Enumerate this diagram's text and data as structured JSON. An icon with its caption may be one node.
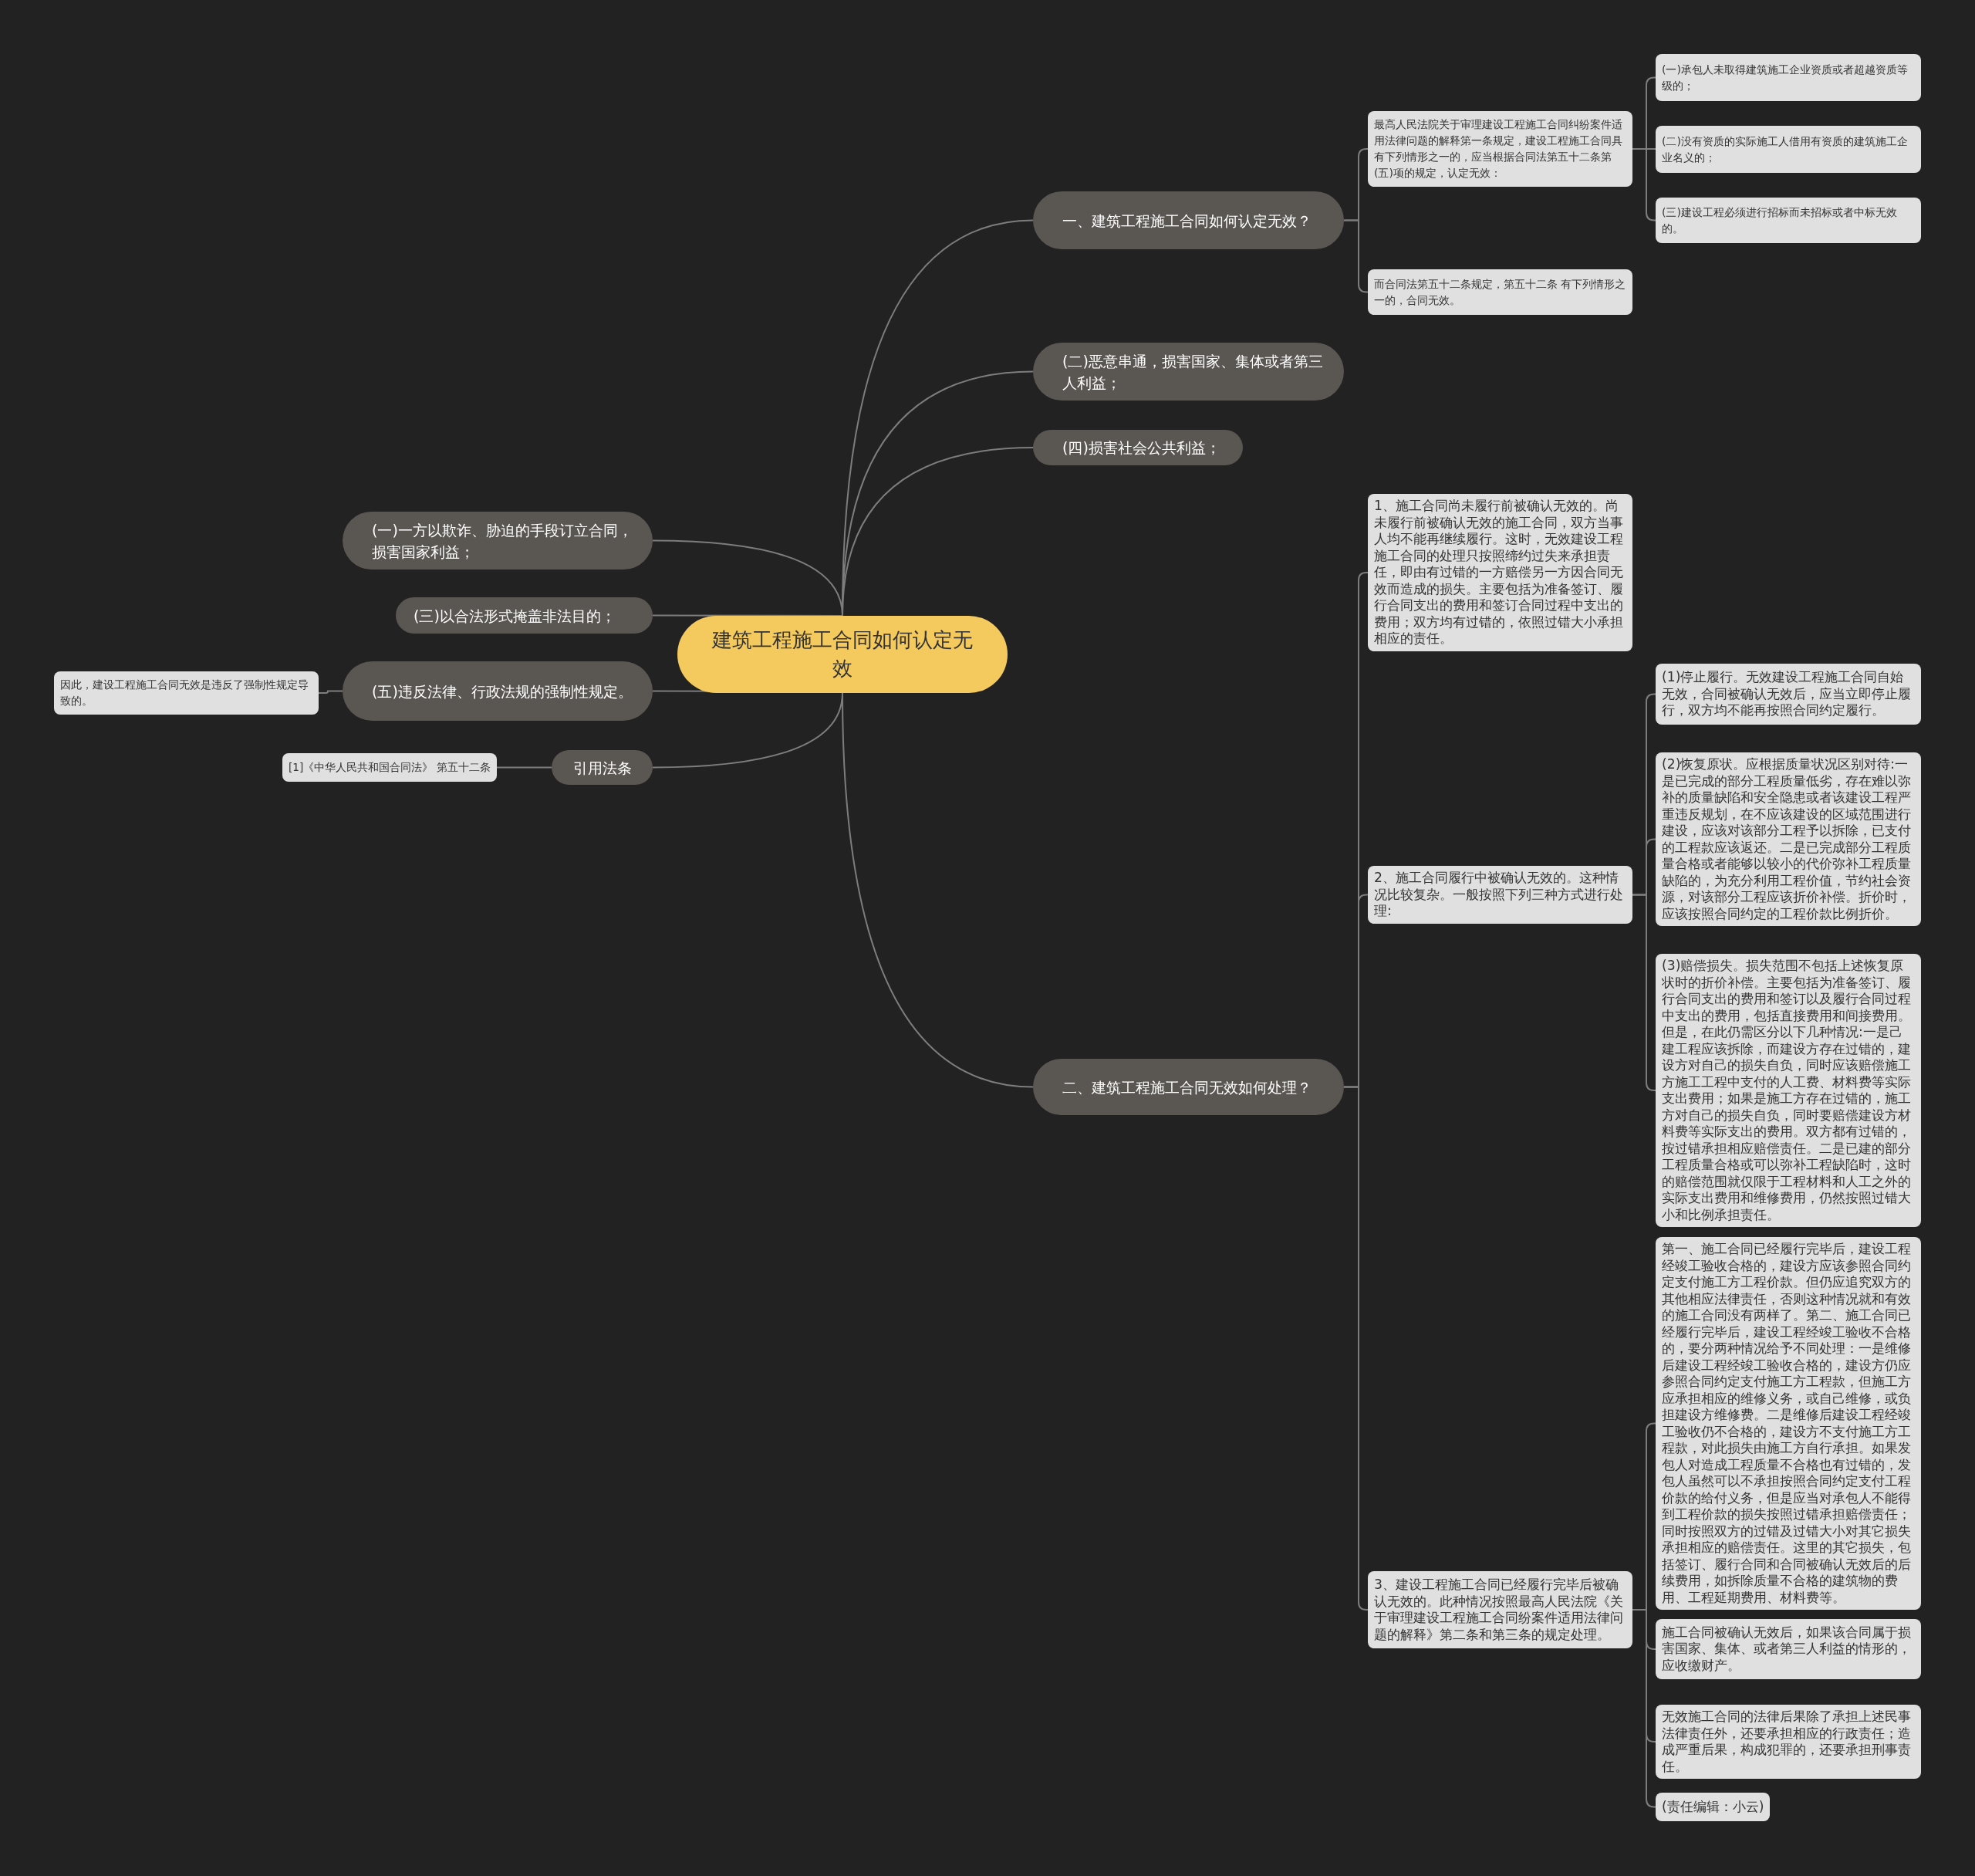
{
  "diagram": {
    "nodes": [
      {
        "text": [
          "建筑工程施工合同如何认定无效"
        ]
      },
      {
        "text": [
          "一、建筑工程施工合同如何认定无效？"
        ]
      },
      {
        "text": [
          "最高人民法院关于审理建设工程施工合同纠纷案件适用法律问题的解释第一条规定，建设工程施工合同具有下列情形之一的，应当根据合同法第五十二条第(五)项的规定，认定无效："
        ]
      },
      {
        "text": [
          "(一)承包人未取得建筑施工企业资质或者超越资质等级的；"
        ]
      },
      {
        "text": [
          "(二)没有资质的实际施工人借用有资质的建筑施工企业名义的；"
        ]
      },
      {
        "text": [
          "(三)建设工程必须进行招标而未招标或者中标无效的。"
        ]
      },
      {
        "text": [
          "而合同法第五十二条规定，第五十二条 有下列情形之一的，合同无效。"
        ]
      },
      {
        "text": [
          "(二)恶意串通，损害国家、集体或者第三人利益；"
        ]
      },
      {
        "text": [
          "(四)损害社会公共利益；"
        ]
      },
      {
        "text": [
          "二、建筑工程施工合同无效如何处理？"
        ]
      },
      {
        "text": [
          "1、施工合同尚未履行前被确认无效的。尚未履行前被确认无效的施工合同，双方当事人均不能再继续履行。这时，无效建设工程施工合同的处理只按照缔约过失来承担责任，即由有过错的一方赔偿另一方因合同无效而造成的损失。主要包括为准备签订、履行合同支出的费用和签订合同过程中支出的费用；双方均有过错的，依照过错大小承担相应的责任。"
        ]
      },
      {
        "text": [
          "2、施工合同履行中被确认无效的。这种情况比较复杂。一般按照下列三种方式进行处理:"
        ]
      },
      {
        "text": [
          "(1)停止履行。无效建设工程施工合同自始无效，合同被确认无效后，应当立即停止履行，双方均不能再按照合同约定履行。"
        ]
      },
      {
        "text": [
          "(2)恢复原状。应根据质量状况区别对待:一是已完成的部分工程质量低劣，存在难以弥补的质量缺陷和安全隐患或者该建设工程严重违反规划，在不应该建设的区域范围进行建设，应该对该部分工程予以拆除，已支付的工程款应该返还。二是已完成部分工程质量合格或者能够以较小的代价弥补工程质量缺陷的，为充分利用工程价值，节约社会资源，对该部分工程应该折价补偿。折价时，应该按照合同约定的工程价款比例折价。"
        ]
      },
      {
        "text": [
          "(3)赔偿损失。损失范围不包括上述恢复原状时的折价补偿。主要包括为准备签订、履行合同支出的费用和签订以及履行合同过程中支出的费用，包括直接费用和间接费用。但是，在此仍需区分以下几种情况:一是己建工程应该拆除，而建设方存在过错的，建设方对自己的损失自负，同时应该赔偿施工方施工工程中支付的人工费、材料费等实际支出费用；如果是施工方存在过错的，施工方对自己的损失自负，同时要赔偿建设方材料费等实际支出的费用。双方都有过错的，按过错承担相应赔偿责任。二是已建的部分工程质量合格或可以弥补工程缺陷时，这时的赔偿范围就仅限于工程材料和人工之外的实际支出费用和维修费用，仍然按照过错大小和比例承担责任。"
        ]
      },
      {
        "text": [
          "3、建设工程施工合同已经履行完毕后被确认无效的。此种情况按照最高人民法院《关于审理建设工程施工合同纷案件适用法律问题的解释》第二条和第三条的规定处理。"
        ]
      },
      {
        "text": [
          "第一、施工合同已经履行完毕后，建设工程经竣工验收合格的，建设方应该参照合同约定支付施工方工程价款。但仍应追究双方的其他相应法律责任，否则这种情况就和有效的施工合同没有两样了。第二、施工合同已经履行完毕后，建设工程经竣工验收不合格的，要分两种情况给予不同处理：一是维修后建设工程经竣工验收合格的，建设方仍应参照合同约定支付施工方工程款，但施工方应承担相应的维修义务，或自己维修，或负担建设方维修费。二是维修后建设工程经竣工验收仍不合格的，建设方不支付施工方工程款，对此损失由施工方自行承担。如果发包人对造成工程质量不合格也有过错的，发包人虽然可以不承担按照合同约定支付工程价款的给付义务，但是应当对承包人不能得到工程价款的损失按照过错承担赔偿责任；同时按照双方的过错及过错大小对其它损失承担相应的赔偿责任。这里的其它损失，包括签订、履行合同和合同被确认无效后的后续费用，如拆除质量不合格的建筑物的费用、工程延期费用、材料费等。"
        ]
      },
      {
        "text": [
          "施工合同被确认无效后，如果该合同属于损害国家、集体、或者第三人利益的情形的，应收缴财产。"
        ]
      },
      {
        "text": [
          "无效施工合同的法律后果除了承担上述民事法律责任外，还要承担相应的行政责任；造成严重后果，构成犯罪的，还要承担刑事责任。"
        ]
      },
      {
        "text": [
          "(责任编辑：小云)"
        ]
      },
      {
        "text": [
          "(一)一方以欺诈、胁迫的手段订立合同，损害国家利益；"
        ]
      },
      {
        "text": [
          "(三)以合法形式掩盖非法目的；"
        ]
      },
      {
        "text": [
          "(五)违反法律、行政法规的强制性规定。"
        ]
      },
      {
        "text": [
          "因此，建设工程施工合同无效是违反了强制性规定导致的。"
        ]
      },
      {
        "text": [
          "引用法条"
        ]
      },
      {
        "text": [
          "[1]《中华人民共和国合同法》 第五十二条"
        ]
      }
    ],
    "edges": [
      {
        "from": 0,
        "to": 1,
        "arrow": "none"
      },
      {
        "from": 1,
        "to": 2,
        "arrow": "none"
      },
      {
        "from": 2,
        "to": 3,
        "arrow": "none"
      },
      {
        "from": 2,
        "to": 4,
        "arrow": "none"
      },
      {
        "from": 2,
        "to": 5,
        "arrow": "none"
      },
      {
        "from": 1,
        "to": 6,
        "arrow": "none"
      },
      {
        "from": 0,
        "to": 7,
        "arrow": "none"
      },
      {
        "from": 0,
        "to": 8,
        "arrow": "none"
      },
      {
        "from": 0,
        "to": 9,
        "arrow": "none"
      },
      {
        "from": 9,
        "to": 10,
        "arrow": "none"
      },
      {
        "from": 9,
        "to": 11,
        "arrow": "none"
      },
      {
        "from": 11,
        "to": 12,
        "arrow": "none"
      },
      {
        "from": 11,
        "to": 13,
        "arrow": "none"
      },
      {
        "from": 11,
        "to": 14,
        "arrow": "none"
      },
      {
        "from": 9,
        "to": 15,
        "arrow": "none"
      },
      {
        "from": 15,
        "to": 16,
        "arrow": "none"
      },
      {
        "from": 15,
        "to": 17,
        "arrow": "none"
      },
      {
        "from": 15,
        "to": 18,
        "arrow": "none"
      },
      {
        "from": 15,
        "to": 19,
        "arrow": "none"
      },
      {
        "from": 0,
        "to": 20,
        "arrow": "none"
      },
      {
        "from": 0,
        "to": 21,
        "arrow": "none"
      },
      {
        "from": 0,
        "to": 22,
        "arrow": "none"
      },
      {
        "from": 22,
        "to": 23,
        "arrow": "none"
      },
      {
        "from": 0,
        "to": 24,
        "arrow": "none"
      },
      {
        "from": 24,
        "to": 25,
        "arrow": "none"
      }
    ]
  }
}
